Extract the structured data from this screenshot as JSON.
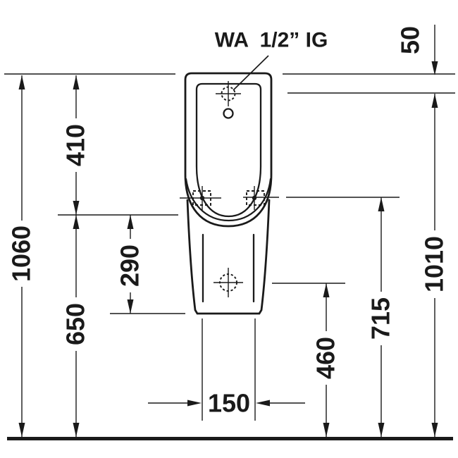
{
  "page": {
    "background": "#ffffff",
    "line_color": "#1a1a1a"
  },
  "annotation": {
    "water_connection_label": "WA  1/2” IG"
  },
  "dimensions": {
    "overall_height": "1060",
    "top_to_mounting_line": "410",
    "mounting_line_height": "650",
    "mounting_to_body_bottom": "290",
    "outlet_height": "460",
    "fixing_holes_height": "715",
    "connection_height": "1010",
    "top_to_connection": "50",
    "outlet_spacing": "150"
  }
}
